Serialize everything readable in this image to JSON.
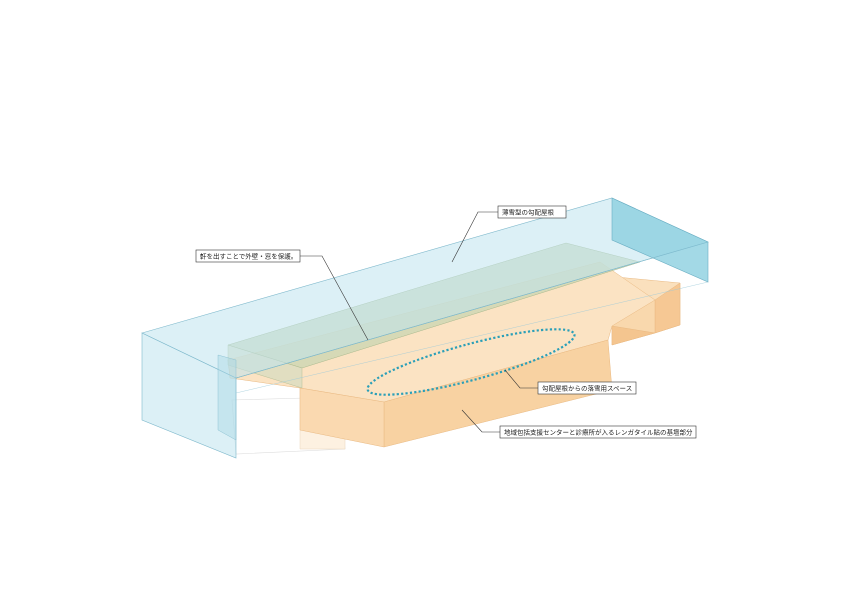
{
  "colors": {
    "roof_fill": "#bfe3ee",
    "roof_stroke": "#7fb9cc",
    "roof_end": "#8ccfe0",
    "base_top": "#fbe3c3",
    "base_side": "#f7cf9f",
    "base_stroke": "#e9b982",
    "eave_band": "#c9d6b2",
    "ellipse": "#2a9fb8"
  },
  "labels": {
    "roof_label": "薄雪型の勾配屋根",
    "eave_label": "軒を出すことで外壁・窓を保護。",
    "snow_space_label": "勾配屋根からの落雪用スペース",
    "base_label": "地域包括支援センターと診療所が入るレンガタイル貼の基壇部分"
  }
}
